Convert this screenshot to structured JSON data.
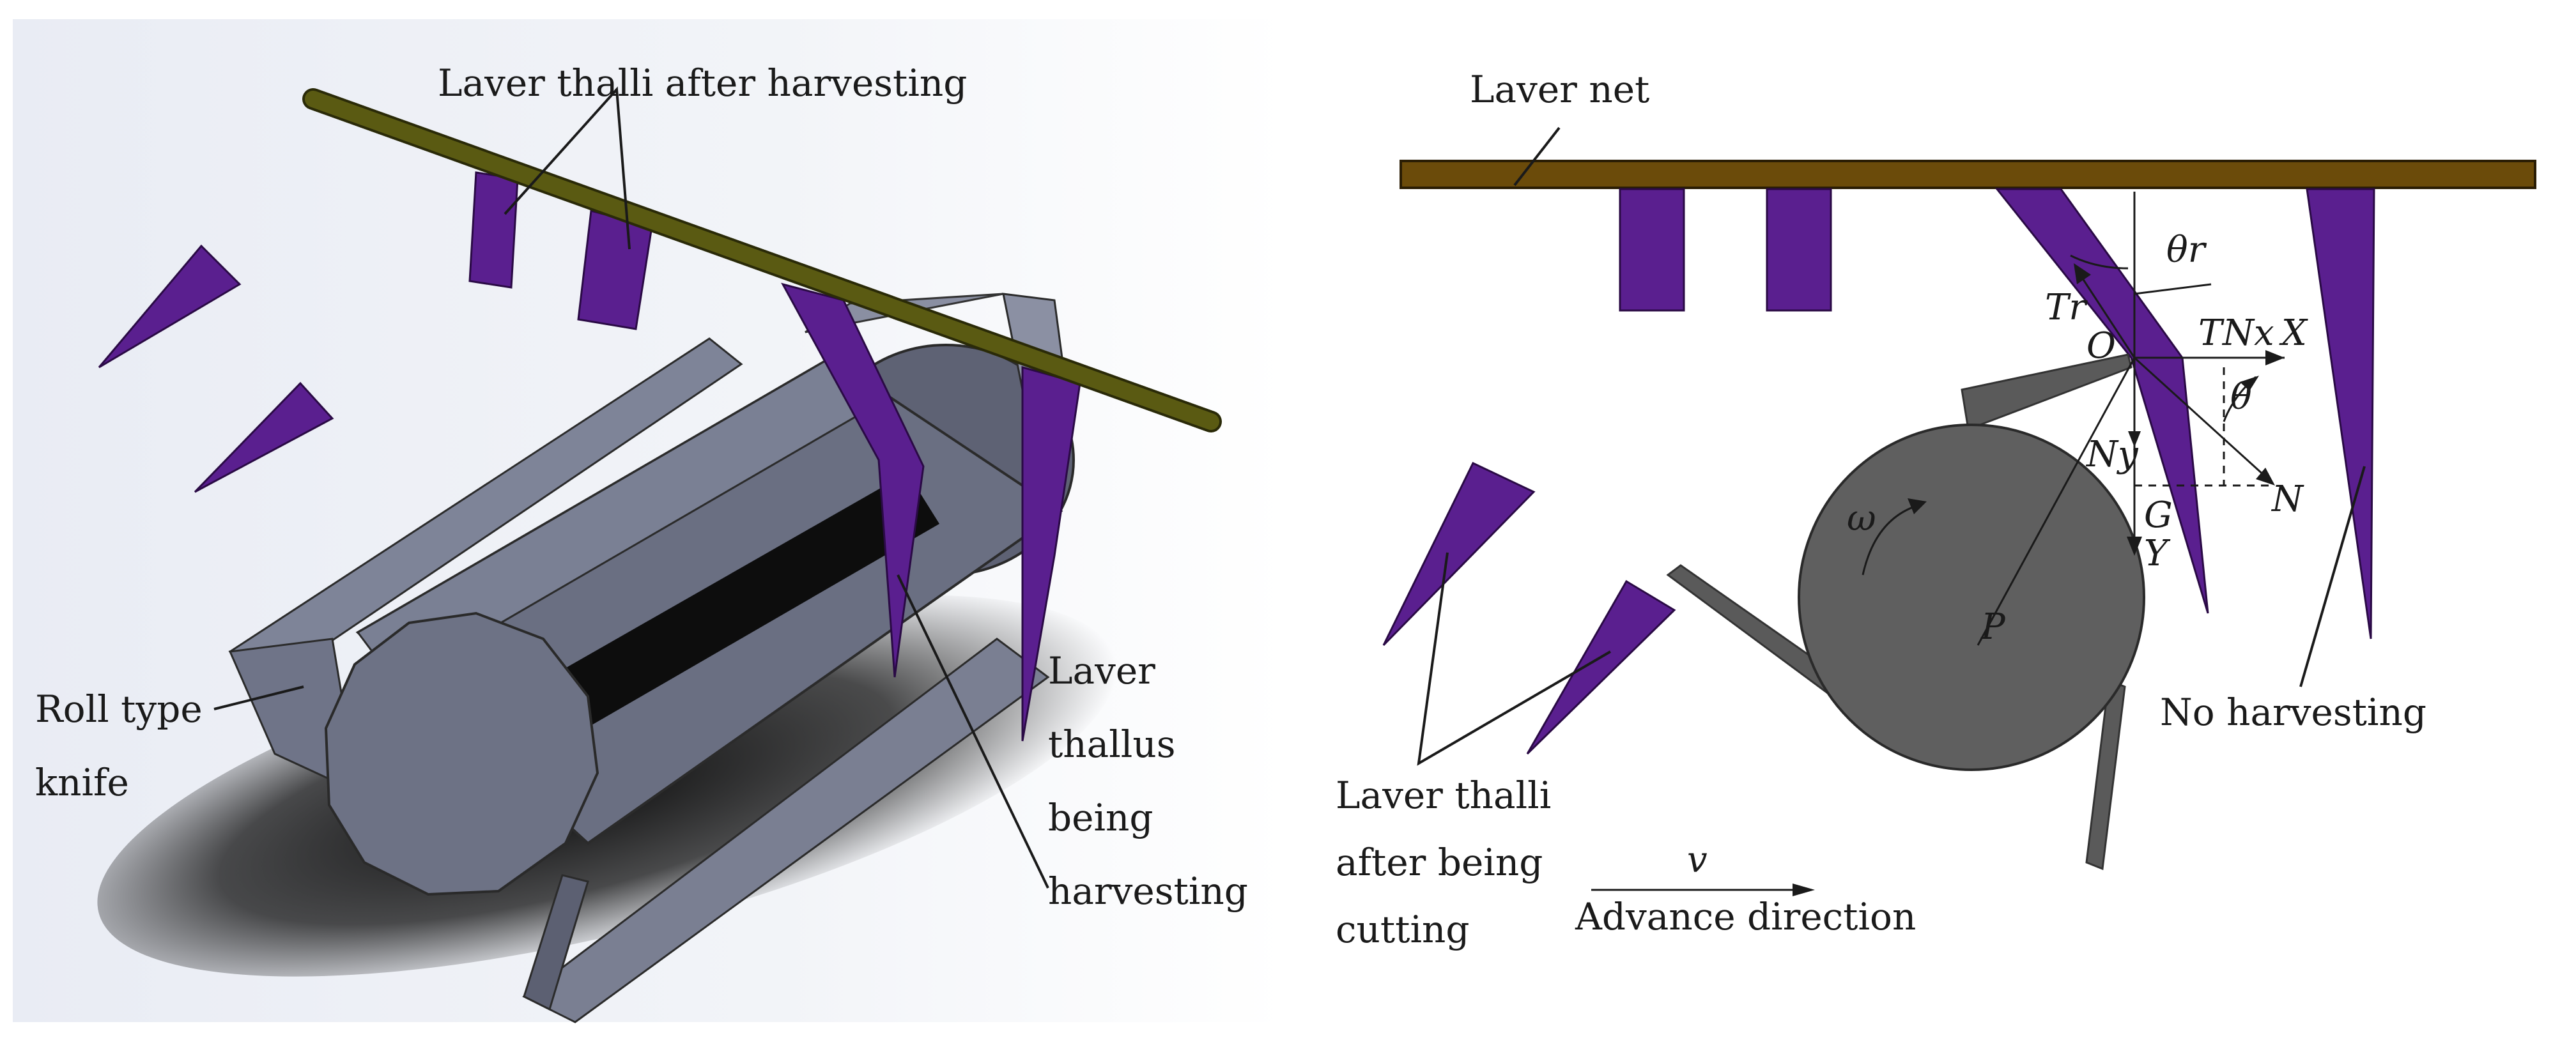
{
  "left_panel": {
    "labels": {
      "harvested": "Laver thalli after harvesting",
      "roll_knife_line1": "Roll type",
      "roll_knife_line2": "knife",
      "thallus_line1": "Laver",
      "thallus_line2": "thallus",
      "thallus_line3": "being",
      "thallus_line4": "harvesting"
    }
  },
  "right_panel": {
    "labels": {
      "laver_net": "Laver net",
      "no_harvesting": "No harvesting",
      "cut_line1": "Laver thalli",
      "cut_line2": "after being",
      "cut_line3": "cutting",
      "advance_symbol": "v",
      "advance_direction": "Advance direction"
    },
    "symbols": {
      "theta_r": "θr",
      "tr": "Tr",
      "origin": "O",
      "t": "T",
      "nx": "Nx",
      "x": "X",
      "theta": "θ",
      "ny": "Ny",
      "n": "N",
      "g": "G",
      "y": "Y",
      "omega": "ω",
      "p": "P"
    }
  },
  "colors": {
    "net_bar": "#6b4b0a",
    "rod": "#5a5a12",
    "laver": "#5a1f8f",
    "drum": "#666a7c",
    "drum_side": "#7a7f92",
    "wheel": "#5f5f5f",
    "blade": "#5a5a5a"
  }
}
